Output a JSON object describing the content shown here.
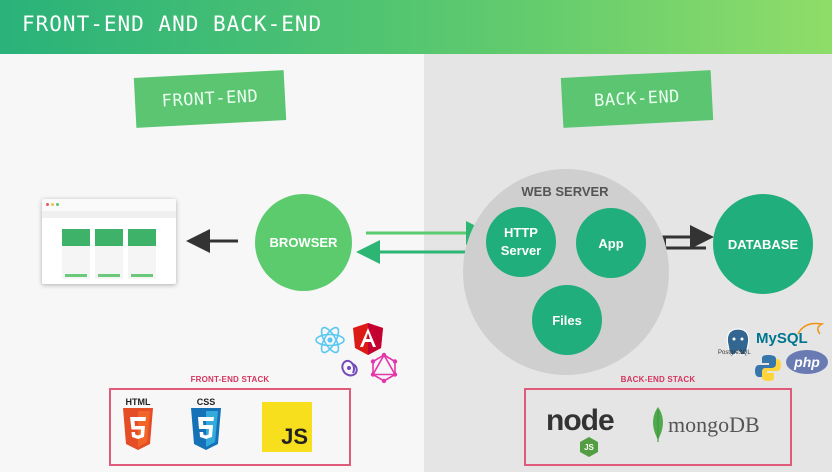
{
  "header": {
    "title": "FRONT-END AND BACK-END"
  },
  "tags": {
    "front": "FRONT-END",
    "back": "BACK-END"
  },
  "nodes": {
    "browser": "BROWSER",
    "web_server": "WEB SERVER",
    "http_line1": "HTTP",
    "http_line2": "Server",
    "app": "App",
    "files": "Files",
    "database": "DATABASE"
  },
  "stacks": {
    "front_label": "FRONT-END STACK",
    "back_label": "BACK-END STACK",
    "front_logos": {
      "html": "HTML",
      "css": "CSS",
      "js": "JS"
    },
    "back_logos": {
      "node": "node",
      "mongo": "mongoDB"
    }
  },
  "frameworks": {
    "postgres": "PostgreSQL",
    "mysql": "MySQL",
    "php": "php"
  },
  "colors": {
    "green": "#5ccb6e",
    "teal": "#1fae7c",
    "stack_border": "#e05a7b"
  },
  "icons": [
    "react-icon",
    "angular-icon",
    "redux-icon",
    "graphql-icon",
    "python-icon",
    "postgres-icon",
    "mysql-icon",
    "php-icon",
    "html5-icon",
    "css3-icon",
    "js-icon",
    "node-icon",
    "mongodb-icon"
  ]
}
